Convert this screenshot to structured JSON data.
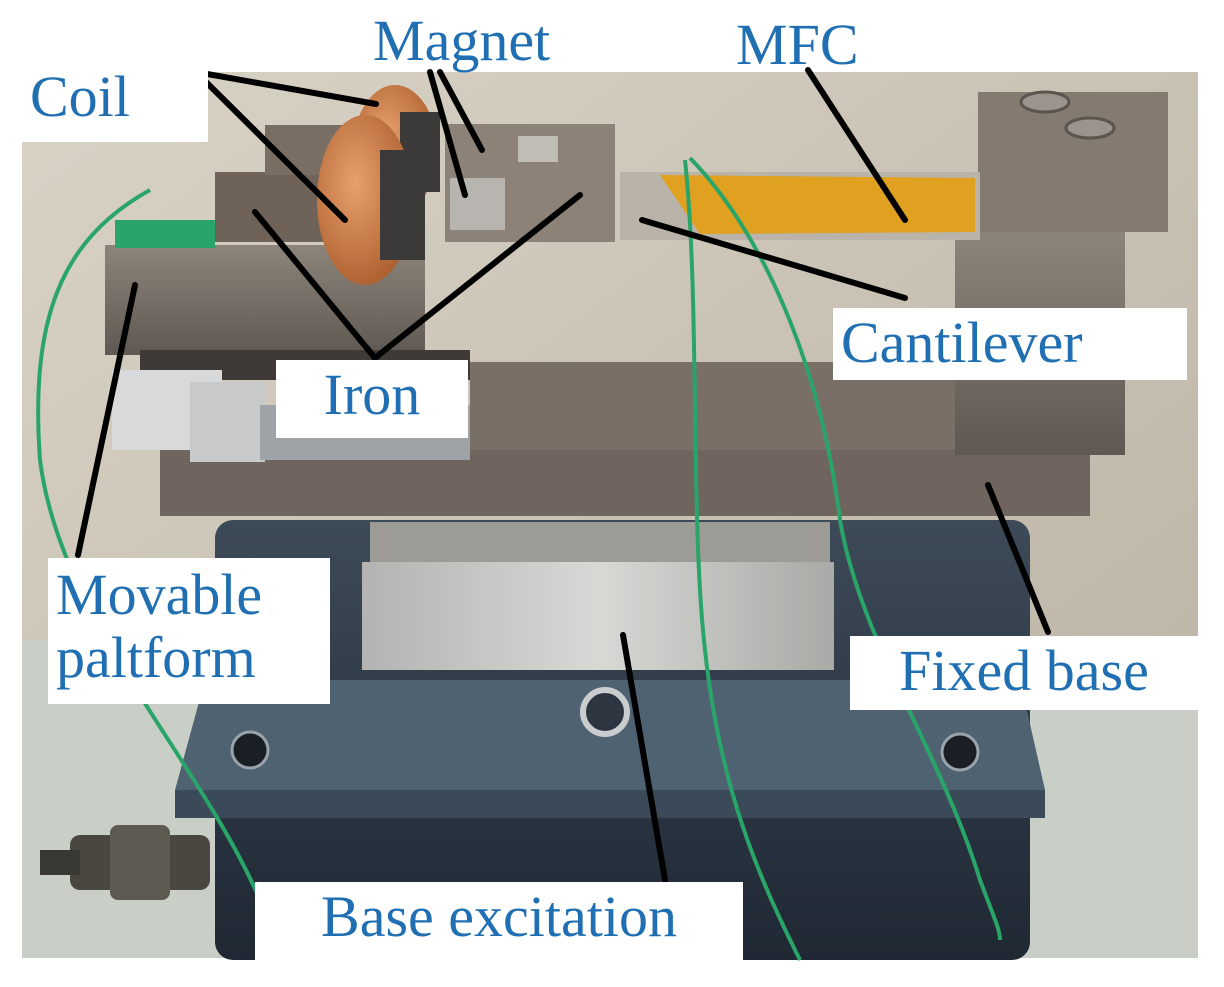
{
  "figure": {
    "labels": {
      "coil": "Coil",
      "magnet": "Magnet",
      "mfc": "MFC",
      "cantilever": "Cantilever",
      "iron": "Iron",
      "movable_platform_line1": "Movable",
      "movable_platform_line2": "paltform",
      "fixed_base": "Fixed base",
      "base_excitation": "Base excitation"
    },
    "colors": {
      "label_text": "#1f6fb2",
      "leader_line": "#000000",
      "mfc_patch": "#e0a020",
      "coil_copper": "#c8753e",
      "wire": "#2aa56a",
      "shaker_body": "#2e3a48"
    }
  }
}
